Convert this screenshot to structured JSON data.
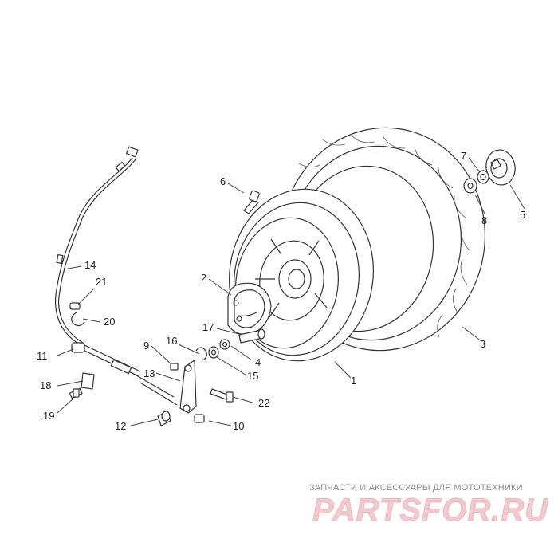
{
  "callouts": [
    {
      "id": "c1",
      "label": "1"
    },
    {
      "id": "c2",
      "label": "2"
    },
    {
      "id": "c3",
      "label": "3"
    },
    {
      "id": "c4",
      "label": "4"
    },
    {
      "id": "c5",
      "label": "5"
    },
    {
      "id": "c6",
      "label": "6"
    },
    {
      "id": "c7",
      "label": "7"
    },
    {
      "id": "c8",
      "label": "8"
    },
    {
      "id": "c9",
      "label": "9"
    },
    {
      "id": "c10",
      "label": "10"
    },
    {
      "id": "c11",
      "label": "11"
    },
    {
      "id": "c12",
      "label": "12"
    },
    {
      "id": "c13",
      "label": "13"
    },
    {
      "id": "c14",
      "label": "14"
    },
    {
      "id": "c15",
      "label": "15"
    },
    {
      "id": "c16",
      "label": "16"
    },
    {
      "id": "c17",
      "label": "17"
    },
    {
      "id": "c18",
      "label": "18"
    },
    {
      "id": "c19",
      "label": "19"
    },
    {
      "id": "c20",
      "label": "20"
    },
    {
      "id": "c21",
      "label": "21"
    },
    {
      "id": "c22",
      "label": "22"
    }
  ],
  "watermark": {
    "tagline": "ЗАПЧАСТИ И АКСЕССУАРЫ ДЛЯ МОТОТЕХНИКИ",
    "brand": "PARTSFOR.RU",
    "color": "#f2c9cc"
  }
}
